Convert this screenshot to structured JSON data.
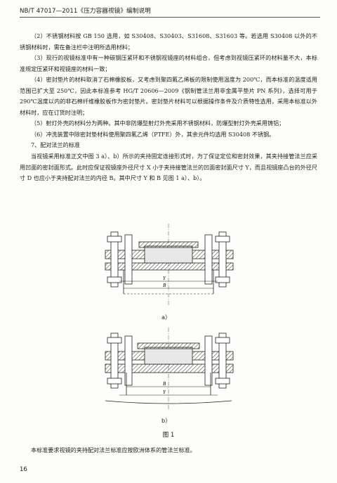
{
  "header": {
    "code": "NB/T 47017—2011《压力容器视镜》编制说明"
  },
  "paragraphs": [
    "（2）不锈钢材料按 GB 150 选用，如 S30408、S30403、S31608、S31603 等。若选用 S30408 以外的不锈钢材料时，需在备注栏中注明所选用材料；",
    "（3）现行的视镜标准中有一种碳钢压紧环和不锈钢视镜座的材料组合，但考虑到视镜压紧环的材料量不大，本标准规定压紧环和视镜座的材料一致；",
    "（4）密封垫片的材料取消了石棉橡胶板，又考虑到聚四氟乙烯板的限制使用温度为 200℃，而本标准的温度适用范围已扩大至 250℃，因此本标准参考 HG/T 20606—2009《钢制管法兰用非金属平垫片 PN 系列》，选择可用于 290℃温度以内的非石棉纤维橡胶板作为密封垫片。密封垫片材料可以根据操作条件及介质特性选用，采用本标准以外材料时，应在订货时注明；",
    "（5）射灯外壳的材料分为两种。其中非防爆型射灯外壳采用不锈钢材料，防爆型射灯外壳采用铸铝；",
    "（6）冲洗装置中除密封垫材料使用聚四氟乙烯（PTFE）外，其余元件均选用 S30408 不锈钢。",
    "7、配对法兰的标准",
    "当视镜采用标准正文中图 3 a）、b）所示的夹持固定连接形式时，为了保证定位和密封效果，其夹持接管法兰应采用凹面的密封面形式。此时应保证视镜座外径尺寸 X 小于夹持接管法兰的凹面密封面尺寸 Y，而且视镜座凸台的外径尺寸 D 也应小于夹持配对法兰的内径 B。其中尺寸 Y 和 B 见图 1 a）、b）。"
  ],
  "figures": {
    "a": {
      "caption": "a）",
      "dim_y": "Y",
      "dim_b": "B"
    },
    "b": {
      "caption": "b）",
      "dim_y": "Y",
      "dim_b": "B"
    },
    "title": "图 1"
  },
  "final_line": "本标准要求视镜的夹持配对法兰标准应按欧洲体系的管法兰标准。",
  "page_number": "16"
}
